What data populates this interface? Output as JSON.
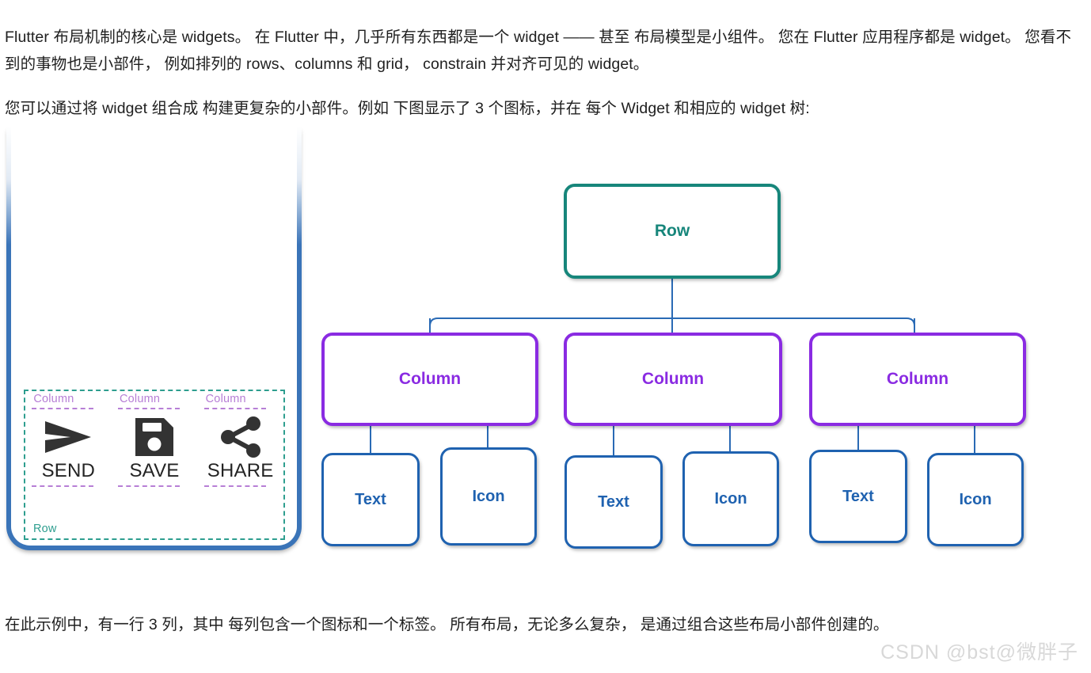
{
  "article": {
    "paragraph_1": "Flutter 布局机制的核心是 widgets。 在 Flutter 中，几乎所有东西都是一个 widget —— 甚至 布局模型是小组件。 您在 Flutter 应用程序都是 widget。 您看不到的事物也是小部件， 例如排列的 rows、columns 和 grid， constrain 并对齐可见的 widget。",
    "paragraph_2": "您可以通过将 widget 组合成 构建更复杂的小部件。例如 下图显示了 3 个图标，并在 每个 Widget 和相应的 widget 树:",
    "paragraph_3": "在此示例中，有一行 3 列，其中 每列包含一个图标和一个标签。 所有布局，无论多么复杂， 是通过组合这些布局小部件创建的。"
  },
  "phone_mock": {
    "row_label": "Row",
    "columns": [
      {
        "tag": "Column",
        "icon": "send-icon",
        "label": "SEND"
      },
      {
        "tag": "Column",
        "icon": "save-icon",
        "label": "SAVE"
      },
      {
        "tag": "Column",
        "icon": "share-icon",
        "label": "SHARE"
      }
    ]
  },
  "widget_tree": {
    "root": {
      "label": "Row",
      "color": "#17867b"
    },
    "columns": [
      {
        "label": "Column",
        "color": "#8a2be2"
      },
      {
        "label": "Column",
        "color": "#8a2be2"
      },
      {
        "label": "Column",
        "color": "#8a2be2"
      }
    ],
    "leaves": [
      {
        "label": "Text",
        "color": "#1f62b0"
      },
      {
        "label": "Icon",
        "color": "#1f62b0"
      },
      {
        "label": "Text",
        "color": "#1f62b0"
      },
      {
        "label": "Icon",
        "color": "#1f62b0"
      },
      {
        "label": "Text",
        "color": "#1f62b0"
      },
      {
        "label": "Icon",
        "color": "#1f62b0"
      }
    ],
    "connector_color": "#2a6ab5"
  },
  "watermark": {
    "text": "CSDN @bst@微胖子"
  }
}
